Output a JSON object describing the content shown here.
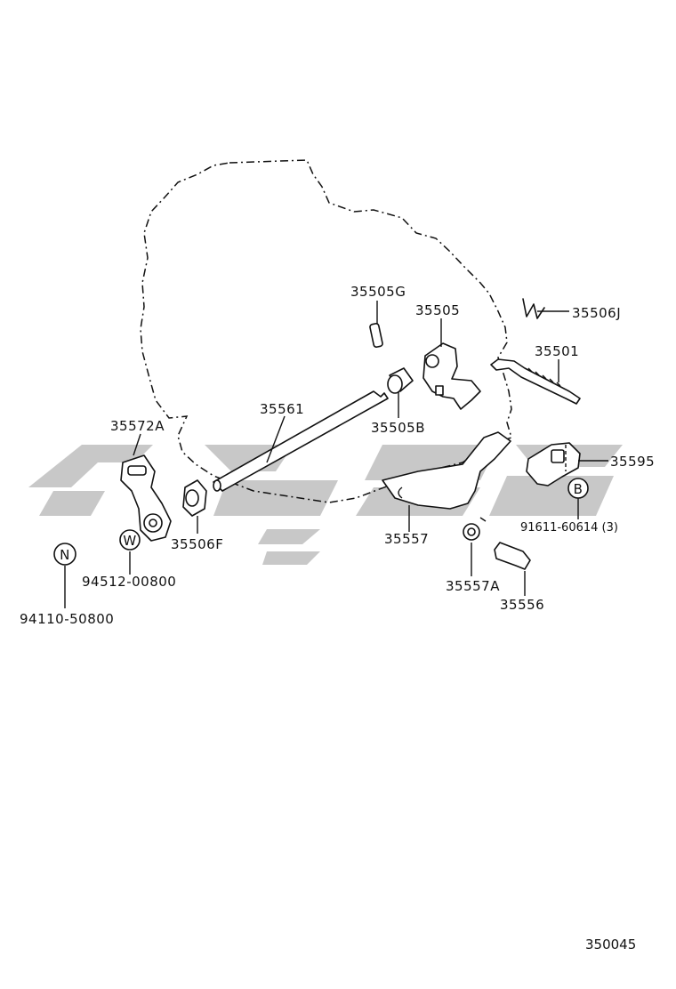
{
  "diagram": {
    "parts": [
      {
        "id": "p1",
        "label": "35505G"
      },
      {
        "id": "p2",
        "label": "35505"
      },
      {
        "id": "p3",
        "label": "35506J"
      },
      {
        "id": "p4",
        "label": "35501"
      },
      {
        "id": "p5",
        "label": "35561"
      },
      {
        "id": "p6",
        "label": "35505B"
      },
      {
        "id": "p7",
        "label": "35572A"
      },
      {
        "id": "p8",
        "label": "35595"
      },
      {
        "id": "p9",
        "label": "91611-60614 (3)"
      },
      {
        "id": "p10",
        "label": "35506F"
      },
      {
        "id": "p11",
        "label": "35557"
      },
      {
        "id": "p12",
        "label": "94512-00800"
      },
      {
        "id": "p13",
        "label": "35557A"
      },
      {
        "id": "p14",
        "label": "35556"
      },
      {
        "id": "p15",
        "label": "94110-50800"
      }
    ],
    "markers": [
      {
        "id": "m1",
        "letter": "B"
      },
      {
        "id": "m2",
        "letter": "W"
      },
      {
        "id": "m3",
        "letter": "N"
      }
    ],
    "diagram_code": "350045"
  }
}
